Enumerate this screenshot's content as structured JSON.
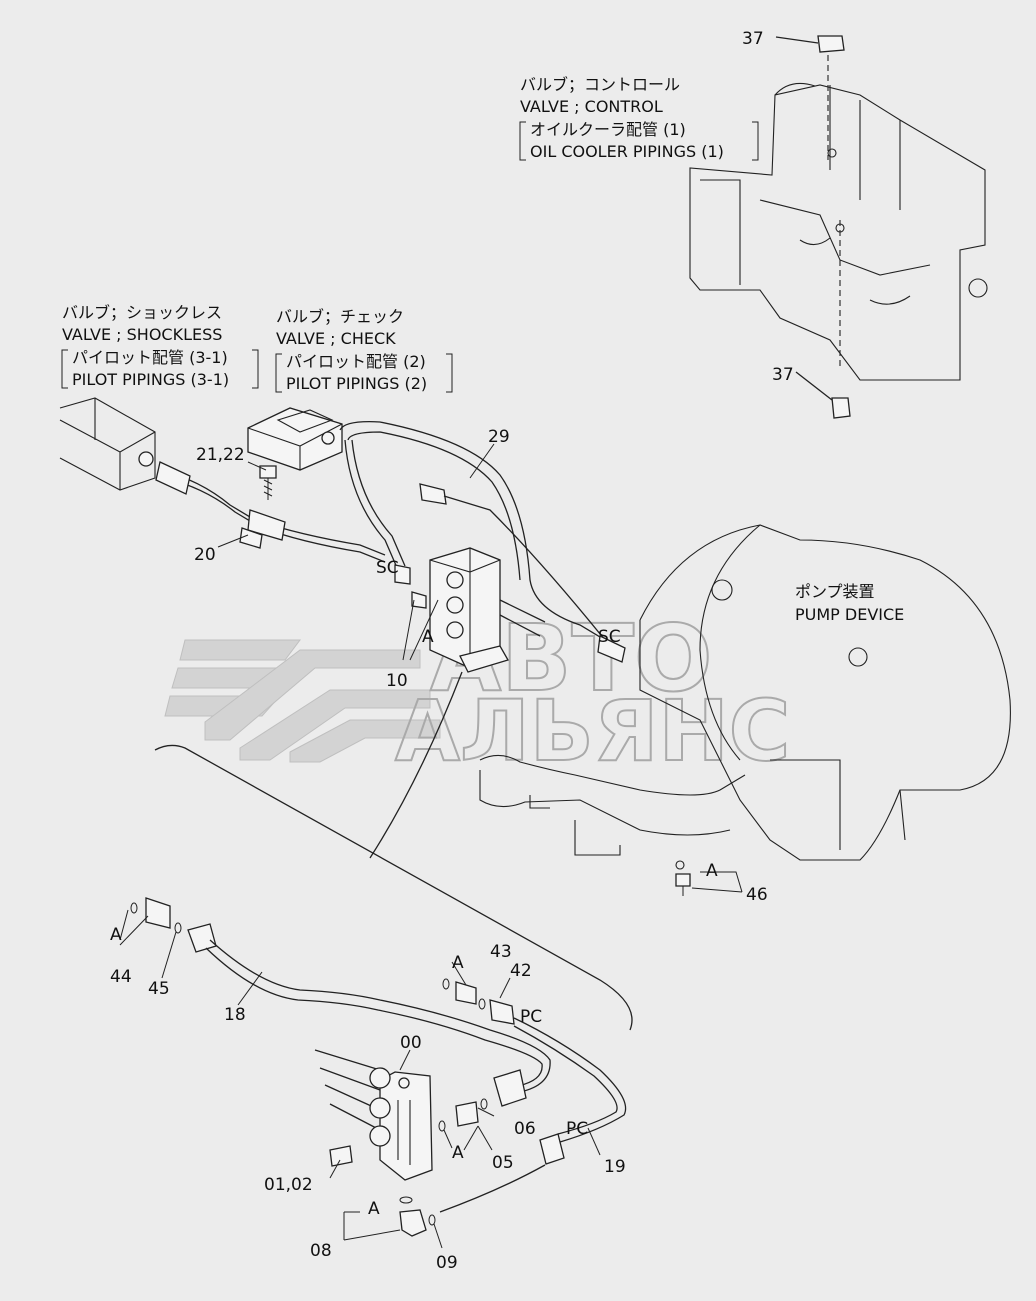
{
  "callouts": {
    "control_valve": {
      "jp": "バルブ；コントロール",
      "en": "VALVE ; CONTROL",
      "sub_jp": "オイルクーラ配管 (1)",
      "sub_en": "OIL COOLER PIPINGS (1)"
    },
    "shockless_valve": {
      "jp": "バルブ；ショックレス",
      "en": "VALVE ; SHOCKLESS",
      "sub_jp": "パイロット配管 (3-1)",
      "sub_en": "PILOT PIPINGS (3-1)"
    },
    "check_valve": {
      "jp": "バルブ；チェック",
      "en": "VALVE ; CHECK",
      "sub_jp": "パイロット配管 (2)",
      "sub_en": "PILOT PIPINGS (2)"
    },
    "pump_device": {
      "jp": "ポンプ装置",
      "en": "PUMP DEVICE"
    }
  },
  "part_numbers": {
    "p37_top": "37",
    "p37_bottom": "37",
    "p21_22": "21,22",
    "p20": "20",
    "p29": "29",
    "p10": "10",
    "p46": "46",
    "p44": "44",
    "p45": "45",
    "p18": "18",
    "p43": "43",
    "p42": "42",
    "p00": "00",
    "p06": "06",
    "p05": "05",
    "p19": "19",
    "p01_02": "01,02",
    "p08": "08",
    "p09": "09"
  },
  "markers": {
    "a": "A",
    "sc": "SC",
    "pc": "PC"
  },
  "watermark": {
    "line1": "АВТО",
    "line2": "АЛЬЯНС"
  }
}
